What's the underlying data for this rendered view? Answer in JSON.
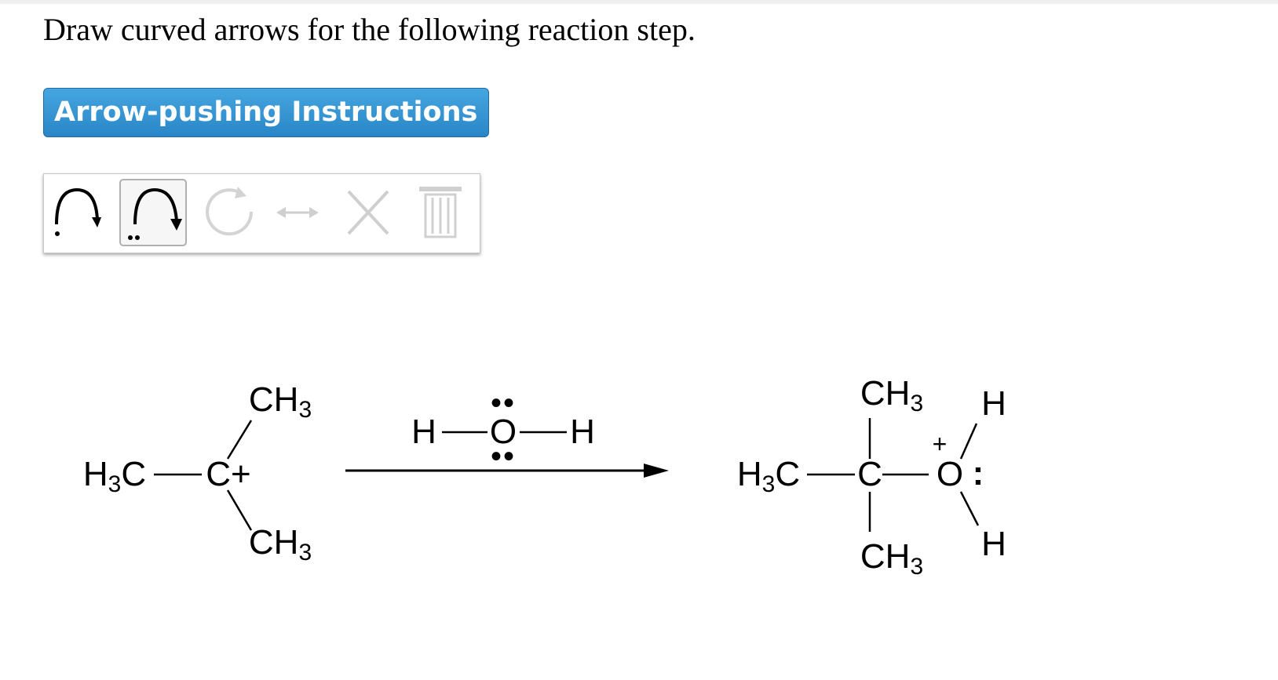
{
  "question": "Draw curved arrows for the following reaction step.",
  "instructions_button": {
    "label": "Arrow-pushing Instructions"
  },
  "toolbar": {
    "tools": [
      {
        "icon": "single-electron-arrow-icon",
        "enabled": true,
        "selected": false
      },
      {
        "icon": "electron-pair-arrow-icon",
        "enabled": true,
        "selected": true
      },
      {
        "icon": "redo-icon",
        "enabled": false
      },
      {
        "icon": "resonance-arrow-icon",
        "enabled": false
      },
      {
        "icon": "delete-x-icon",
        "enabled": false
      },
      {
        "icon": "trash-icon",
        "enabled": false
      }
    ]
  },
  "reaction": {
    "reactant": {
      "top_group": "CH",
      "top_sub": "3",
      "left_group": "H",
      "left_sub": "3",
      "left_suffix": "C",
      "center": "C+",
      "bottom_group": "CH",
      "bottom_sub": "3"
    },
    "reagent": {
      "left": "H",
      "center": "O",
      "right": "H",
      "lone_pair": "••"
    },
    "product": {
      "top_group": "CH",
      "top_sub": "3",
      "left_group": "H",
      "left_sub": "3",
      "left_suffix": "C",
      "center": "C",
      "oxygen": "O",
      "oxygen_charge": "+",
      "oxygen_lone_pair": ":",
      "h_top": "H",
      "h_bottom": "H",
      "bottom_group": "CH",
      "bottom_sub": "3"
    }
  }
}
